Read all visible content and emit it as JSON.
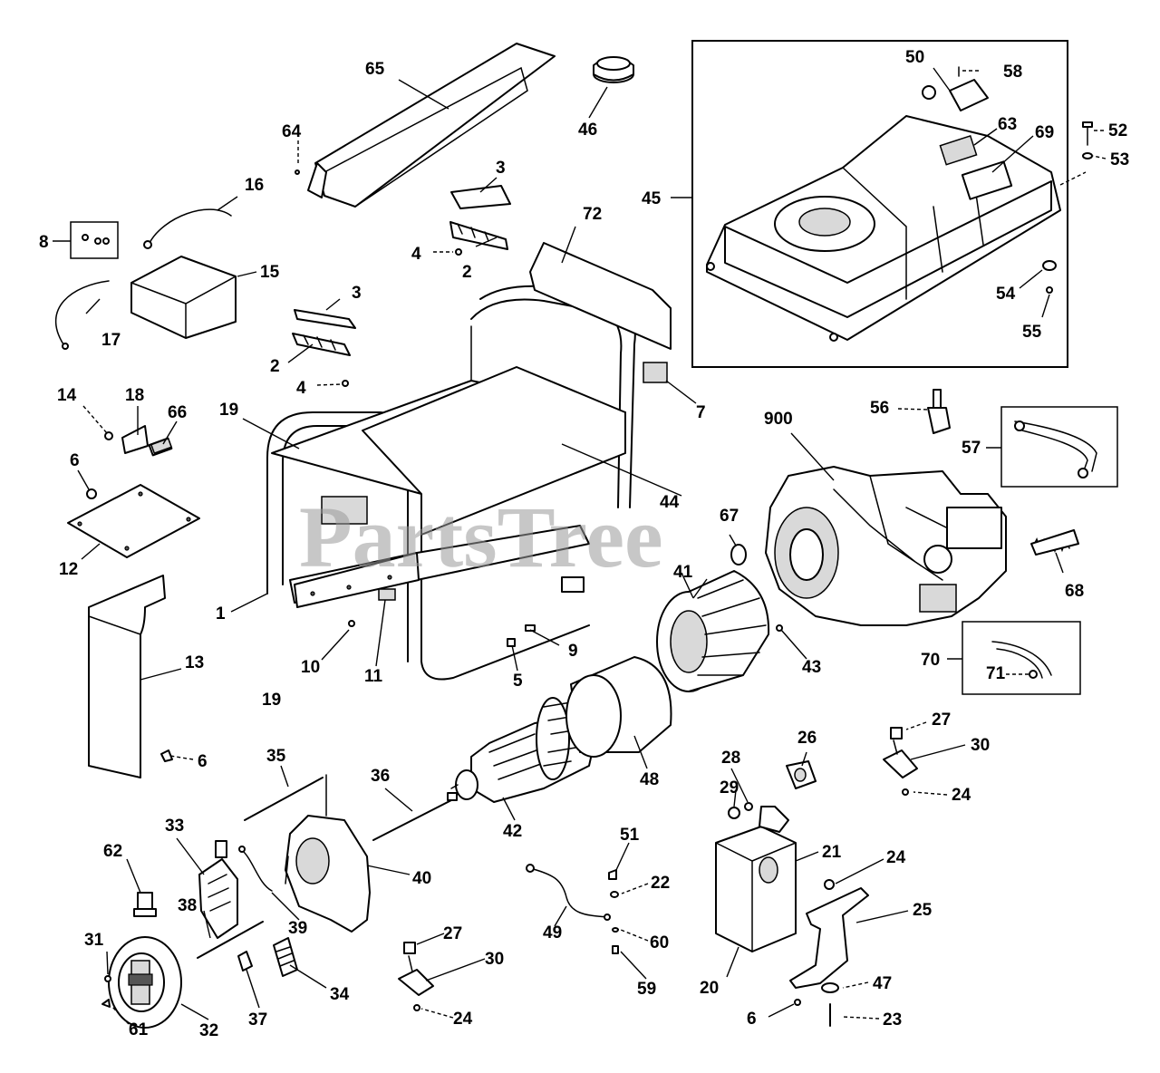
{
  "watermark": "PartsTree",
  "labels": {
    "l1": "1",
    "l2a": "2",
    "l2b": "2",
    "l3a": "3",
    "l3b": "3",
    "l4a": "4",
    "l4b": "4",
    "l5": "5",
    "l6a": "6",
    "l6b": "6",
    "l6c": "6",
    "l7": "7",
    "l8": "8",
    "l9": "9",
    "l10": "10",
    "l11": "11",
    "l12": "12",
    "l13": "13",
    "l14": "14",
    "l15": "15",
    "l16": "16",
    "l17": "17",
    "l18": "18",
    "l19a": "19",
    "l19b": "19",
    "l20": "20",
    "l21": "21",
    "l22": "22",
    "l23": "23",
    "l24a": "24",
    "l24b": "24",
    "l24c": "24",
    "l25": "25",
    "l26": "26",
    "l27a": "27",
    "l27b": "27",
    "l28": "28",
    "l29": "29",
    "l30a": "30",
    "l30b": "30",
    "l31": "31",
    "l32": "32",
    "l33": "33",
    "l34": "34",
    "l35": "35",
    "l36": "36",
    "l37": "37",
    "l38": "38",
    "l39": "39",
    "l40": "40",
    "l41": "41",
    "l42": "42",
    "l43": "43",
    "l44": "44",
    "l45": "45",
    "l46": "46",
    "l47": "47",
    "l48": "48",
    "l49": "49",
    "l50": "50",
    "l51": "51",
    "l52": "52",
    "l53": "53",
    "l54": "54",
    "l55": "55",
    "l56": "56",
    "l57": "57",
    "l58": "58",
    "l59": "59",
    "l60": "60",
    "l61": "61",
    "l62": "62",
    "l63": "63",
    "l64": "64",
    "l65": "65",
    "l66": "66",
    "l67": "67",
    "l68": "68",
    "l69": "69",
    "l70": "70",
    "l71": "71",
    "l72": "72",
    "l900": "900"
  }
}
